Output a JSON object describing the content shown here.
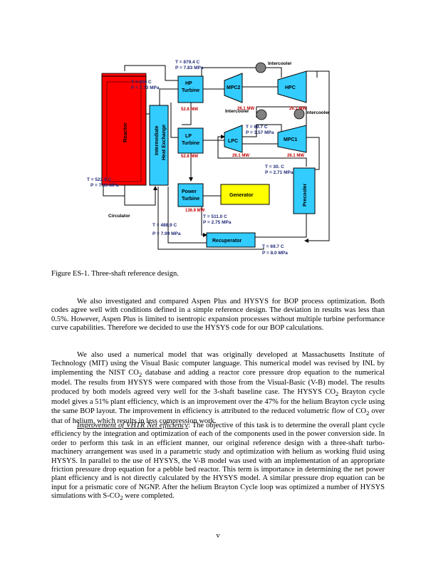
{
  "figure": {
    "labels": {
      "reactor": "Reactor",
      "ihx": [
        "Intermediate",
        "Heat Exchange"
      ],
      "hp": [
        "HP",
        "Turbine"
      ],
      "lp": [
        "LP",
        "Turbine"
      ],
      "power": [
        "Power",
        "Turbine"
      ],
      "mpc2": "MPC2",
      "hpc": "HPC",
      "lpc": "LPC",
      "mpc1": "MPC1",
      "generator": "Generator",
      "recuperator": "Recuperator",
      "precooler": "Precooler",
      "circulator": "Circulator",
      "intercooler_top": "Intercooler",
      "intercooler_mid": "Intercooler",
      "intercooler_right": "Intercooler"
    },
    "conditions": {
      "t_879": "T = 879.4 C",
      "p_783": "P = 7.83 MPa",
      "t_900": "T = 900 C",
      "p_773": "P = 7.73 MPa",
      "t_697a": "T = 69.7 C",
      "p_357": "P = 3.57 MPa",
      "t_30": "T = 30. C",
      "p_271": "P = 2.71 MPa",
      "t_5225": "T = 522.5 C",
      "p_789": "P = 7.89 MPa",
      "t_5110": "T = 511.0 C",
      "p_275": "P = 2.75 MPa",
      "t_4889": "T = 488.9 C",
      "p_799": "P = 7.99 MPa",
      "t_697b": "T = 69.7 C",
      "p_80": "P = 8.0 MPa"
    },
    "power": {
      "hp": "52.8 MW",
      "lp": "52.8 MW",
      "power_turbine": "136.9 MW",
      "mpc2": "26.1 MW",
      "hpc": "26.1 MW",
      "lpc": "26.1 MW",
      "mpc1": "26.1 MW"
    },
    "colors": {
      "reactor": "#ff0000",
      "component": "#33ccff",
      "generator": "#ffff00",
      "intercooler": "#808080"
    }
  },
  "caption": "Figure ES-1. Three-shaft reference design.",
  "paragraphs": {
    "p1": "We also investigated and compared Aspen Plus and HYSYS for BOP process optimization. Both codes agree well with conditions defined in a simple reference design. The deviation in results was less than 0.5%. However, Aspen Plus is limited to isentropic expansion processes without multiple turbine performance curve capabilities. Therefore we decided to use the HYSYS code for our BOP calculations.",
    "p2a": "We also used a numerical model that was originally developed at Massachusetts Institute of Technology (MIT) using the Visual Basic computer language. This numerical model was revised by INL by implementing the NIST CO",
    "p2b": " database and adding a reactor core pressure drop equation to the numerical model. The results from HYSYS were compared with those from the Visual-Basic (V-B) model. The results produced by both models agreed very well for the 3-shaft baseline case. The HYSYS CO",
    "p2c": " Brayton cycle model gives a 51% plant efficiency, which is an improvement over the 47% for the helium Brayton cycle using the same BOP layout. The improvement in efficiency is attributed to the reduced volumetric flow of CO",
    "p2d": " over that of helium, which results in less compression work.",
    "p3_title": "Improvement of VHTR Net efficiency",
    "p3a": ": The objective of this task is to determine the overall plant cycle efficiency by the integration and optimization of each of the components used in the power conversion side. In order to perform this task in an efficient manner, our original reference design with a three-shaft turbo-machinery arrangement was used in a parametric study and optimization with helium as working fluid using HYSYS. In parallel to the use of HYSYS, the V-B model was used with an implementation of an appropriate friction pressure drop equation for a pebble bed reactor. This term is importance in determining the net power plant efficiency and is not directly calculated by the HYSYS model. A similar pressure drop equation can be input for a prismatic core of NGNP. After the helium Brayton Cycle loop was optimized a number of HYSYS simulations with S-CO",
    "p3b": " were completed.",
    "sub2": "2"
  },
  "page_number": "v"
}
